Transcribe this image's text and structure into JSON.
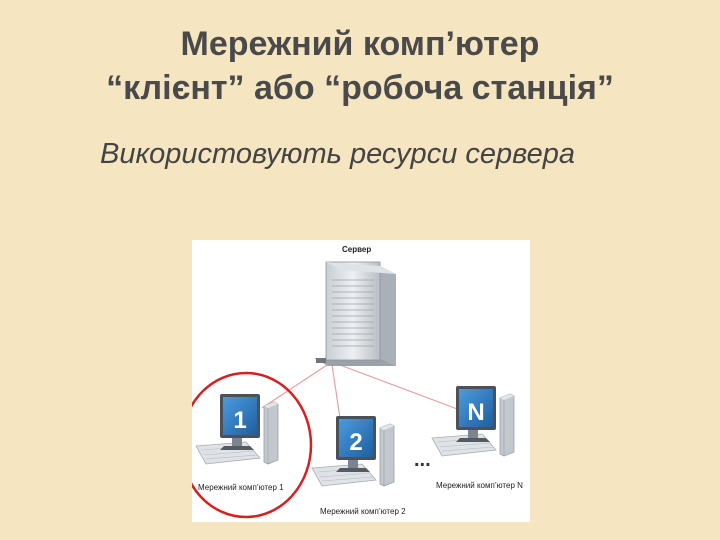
{
  "slide": {
    "title_line1": "Мережний комп’ютер",
    "title_line2": "“клієнт” або “робоча станція”",
    "subtitle": "Використовують ресурси сервера"
  },
  "diagram": {
    "server_label": "Сервер",
    "workstations": [
      {
        "number": "1",
        "label": "Мережний комп’ютер 1",
        "highlighted": true
      },
      {
        "number": "2",
        "label": "Мережний комп’ютер 2",
        "highlighted": false
      },
      {
        "number": "N",
        "label": "Мережний комп’ютер N",
        "highlighted": false
      }
    ],
    "ellipsis": "...",
    "colors": {
      "background": "#f5e6c1",
      "screen": "#2b7cc7",
      "link_line": "#e8a0a0",
      "highlight_circle": "#d62020"
    }
  }
}
